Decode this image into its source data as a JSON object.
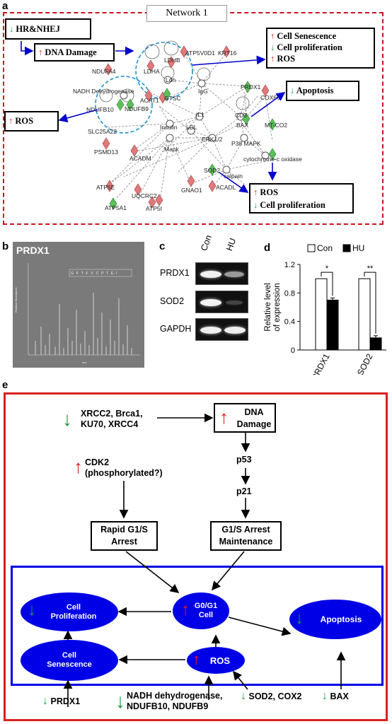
{
  "panel_a": {
    "label": "a",
    "network_title": "Network 1",
    "boxes": {
      "hr_nhej": "HR&NHEJ",
      "dna_damage": "DNA Damage",
      "senescence": [
        "Cell Senescence",
        "Cell proliferation",
        "ROS"
      ],
      "apoptosis": "Apoptosis",
      "ros_left": "ROS",
      "ros_bottom": [
        "ROS",
        "Cell proliferation"
      ]
    },
    "nodes": [
      "NDUFA4",
      "LDHA",
      "LDHB",
      "Ldh",
      "ATP5V0D1",
      "KRT16",
      "NADH Dehydrogenase",
      "ACAT1",
      "GTSC",
      "IgG",
      "PRDX1",
      "COX6C",
      "NDUFB10",
      "NDUFB9",
      "Insulin",
      "IL1",
      "CD3",
      "BAX",
      "MT-CO2",
      "SLC25A22",
      "LDL",
      "ERK1/2",
      "P38 MAPK",
      "PSMD13",
      "ACADM",
      "Mapk",
      "cytochrome-c oxidase",
      "ATP5E",
      "SOD2",
      "calpain",
      "UQCRC2",
      "GNAO1",
      "ACADL",
      "ATP5A1",
      "ATP5I"
    ]
  },
  "panel_b": {
    "label": "b",
    "title": "PRDX1",
    "ylabel": "Relative Abundance",
    "xlabel": "m/z",
    "sequence": "G F T F V C P T E I"
  },
  "panel_c": {
    "label": "c",
    "lanes": [
      "Con",
      "HU"
    ],
    "genes": [
      "PRDX1",
      "SOD2",
      "GAPDH"
    ]
  },
  "panel_d": {
    "label": "d",
    "chart_data": {
      "type": "bar",
      "categories": [
        "PRDX1",
        "SOD2"
      ],
      "series": [
        {
          "name": "Con",
          "values": [
            1.0,
            1.0
          ],
          "color": "#ffffff"
        },
        {
          "name": "HU",
          "values": [
            0.7,
            0.17
          ],
          "color": "#000000"
        }
      ],
      "errors": {
        "Con": [
          0,
          0
        ],
        "HU": [
          0.03,
          0.03
        ]
      },
      "significance": [
        "*",
        "**"
      ],
      "ylabel": "Relative level of expression",
      "ylim": [
        0,
        1.2
      ],
      "yticks": [
        "0",
        "0.4",
        "0.8",
        "1.2"
      ],
      "legend_position": "top"
    }
  },
  "panel_e": {
    "label": "e",
    "repair_genes": "XRCC2, Brca1,\nKU70, XRCC4",
    "dna_damage": "DNA\nDamage",
    "p53": "p53",
    "p21": "p21",
    "cdk2": "CDK2\n(phosphorylated?)",
    "rapid_arrest": "Rapid G1/S\nArrest",
    "arrest_maint": "G1/S Arrest\nMaintenance",
    "cell_prolif": "Cell\nProliferation",
    "g0g1": "G0/G1\nCell",
    "apoptosis": "Apoptosis",
    "cell_senescence": "Cell\nSenescence",
    "ros": "ROS",
    "prdx1": "PRDX1",
    "nadh": "NADH dehydrogenase,\nNDUFB10, NDUFB9",
    "sod2": "SOD2, COX2",
    "bax": "BAX"
  },
  "colors": {
    "red": "#d92020",
    "green": "#1a9a3a",
    "blue": "#0000e6",
    "darkred": "#c8141e"
  }
}
